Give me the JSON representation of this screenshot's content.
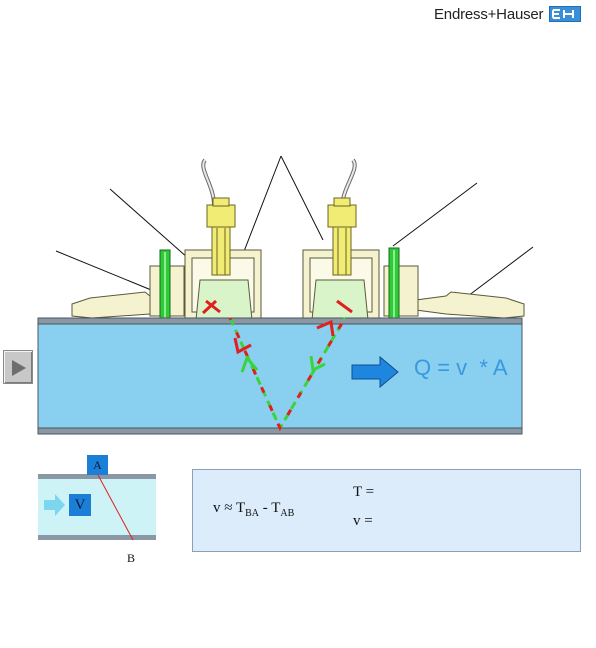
{
  "brand": {
    "name": "Endress+Hauser",
    "logo_icon": "endress-hauser-logo-icon",
    "accent": "#3a8fd9"
  },
  "controls": {
    "play_icon": "play-icon"
  },
  "pipe": {
    "color": "#89cff0",
    "wall_color": "#7f8f9f",
    "flow_arrow_icon": "flow-arrow-icon"
  },
  "formula": {
    "flow": "Q = v  * A",
    "velocity_prefix": "v  ≈  T",
    "sub_ba": "BA",
    "minus": " - T",
    "sub_ab": "AB",
    "t_label": "T =",
    "v_label": "v ="
  },
  "inset": {
    "label_a": "A",
    "label_b": "B",
    "label_v": "V"
  },
  "colors": {
    "signal_red": "#e0201e",
    "signal_green": "#39d43a",
    "sensor_yellow": "#f2f08a",
    "panel_bg": "#dcecfb"
  }
}
